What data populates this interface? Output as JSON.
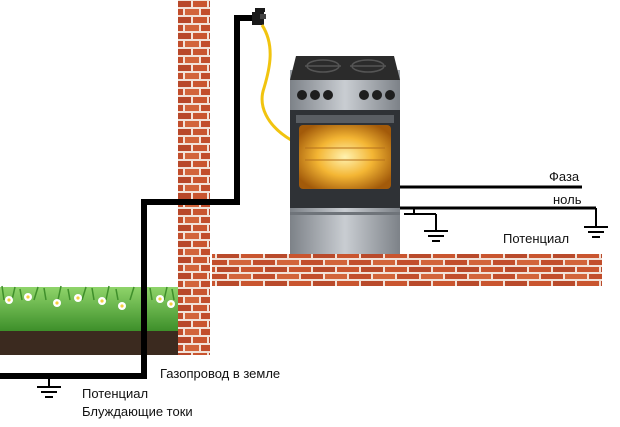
{
  "labels": {
    "phase": "Фаза",
    "neutral": "ноль",
    "potential_right": "Потенциал",
    "gas_pipe": "Газопровод в земле",
    "potential_bottom": "Потенциал",
    "stray_currents": "Блуждающие токи"
  },
  "colors": {
    "brick": "#c4532e",
    "mortar": "#f2e2d8",
    "pipe": "#000000",
    "hose": "#f1c40f",
    "grass": "#4fa534",
    "soil": "#3b2a1f",
    "stove_body": "#a7acb2",
    "stove_top": "#2b2b2b",
    "oven_glow": "#f2a21c"
  },
  "icons": [
    "ground-symbol-stove",
    "ground-symbol-right",
    "ground-symbol-bottom",
    "gas-valve-icon",
    "gas-stove-icon",
    "daisy-flower-icon"
  ]
}
